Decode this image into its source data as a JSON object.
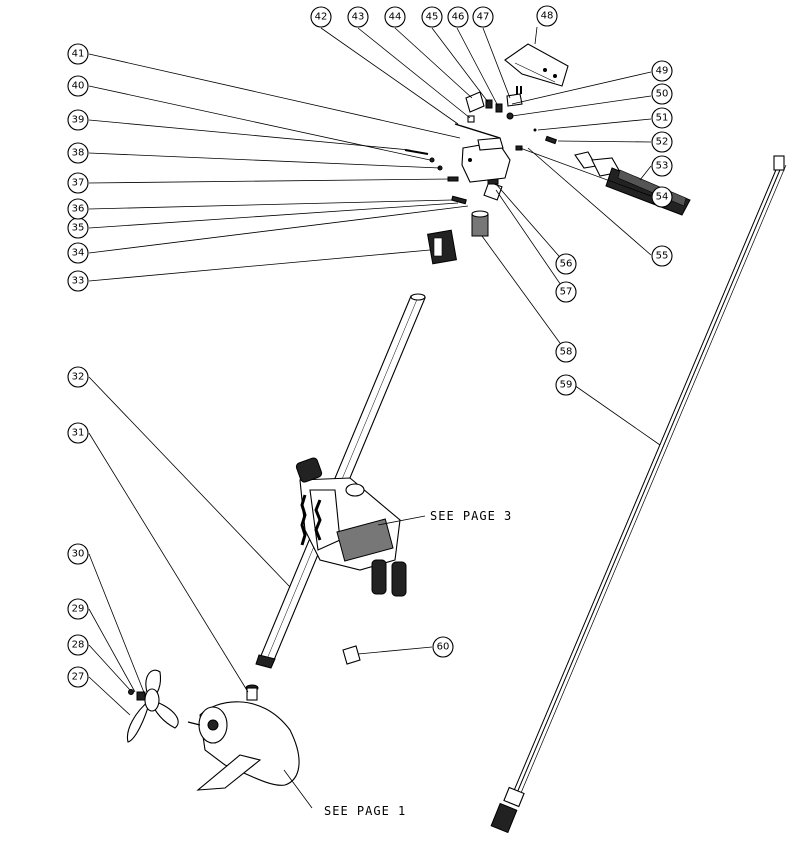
{
  "callouts": [
    {
      "n": "27"
    },
    {
      "n": "28"
    },
    {
      "n": "29"
    },
    {
      "n": "30"
    },
    {
      "n": "31"
    },
    {
      "n": "32"
    },
    {
      "n": "33"
    },
    {
      "n": "34"
    },
    {
      "n": "35"
    },
    {
      "n": "36"
    },
    {
      "n": "37"
    },
    {
      "n": "38"
    },
    {
      "n": "39"
    },
    {
      "n": "40"
    },
    {
      "n": "41"
    },
    {
      "n": "42"
    },
    {
      "n": "43"
    },
    {
      "n": "44"
    },
    {
      "n": "45"
    },
    {
      "n": "46"
    },
    {
      "n": "47"
    },
    {
      "n": "48"
    },
    {
      "n": "49"
    },
    {
      "n": "50"
    },
    {
      "n": "51"
    },
    {
      "n": "52"
    },
    {
      "n": "53"
    },
    {
      "n": "54"
    },
    {
      "n": "55"
    },
    {
      "n": "56"
    },
    {
      "n": "57"
    },
    {
      "n": "58"
    },
    {
      "n": "59"
    },
    {
      "n": "60"
    }
  ],
  "references": {
    "page3": "SEE PAGE 3",
    "page1": "SEE PAGE 1"
  }
}
